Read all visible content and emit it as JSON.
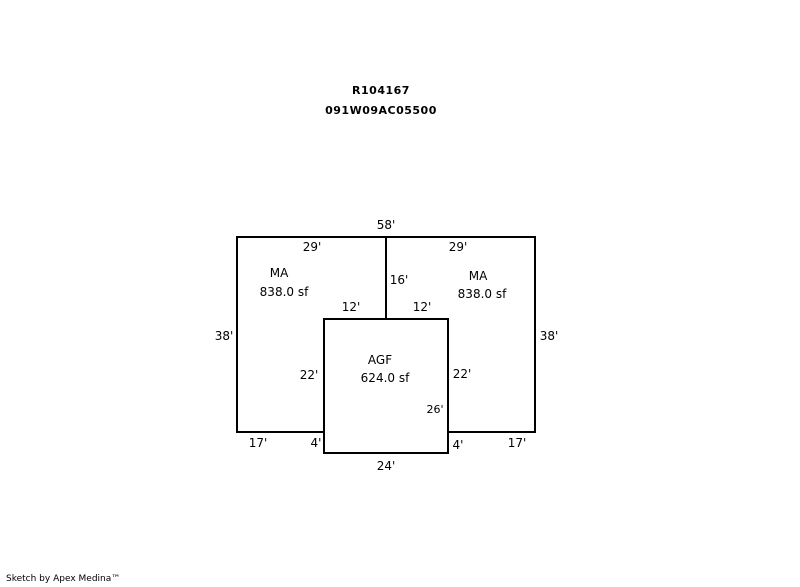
{
  "header": {
    "line1": "R104167",
    "line2": "091W09AC05500"
  },
  "areas": {
    "left": {
      "code": "MA",
      "area": "838.0 sf"
    },
    "right": {
      "code": "MA",
      "area": "838.0 sf"
    },
    "garage": {
      "code": "AGF",
      "area": "624.0 sf"
    }
  },
  "dimensions": {
    "top_total": "58'",
    "top_left": "29'",
    "top_right": "29'",
    "divider": "16'",
    "left_side": "38'",
    "right_side": "38'",
    "inner_top_left": "12'",
    "inner_top_right": "12'",
    "inner_left": "22'",
    "inner_right": "22'",
    "garage_inner": "26'",
    "bottom_left": "17'",
    "bottom_right": "17'",
    "step_left": "4'",
    "step_right": "4'",
    "garage_bottom": "24'"
  },
  "footer": "Sketch by Apex Medina™"
}
